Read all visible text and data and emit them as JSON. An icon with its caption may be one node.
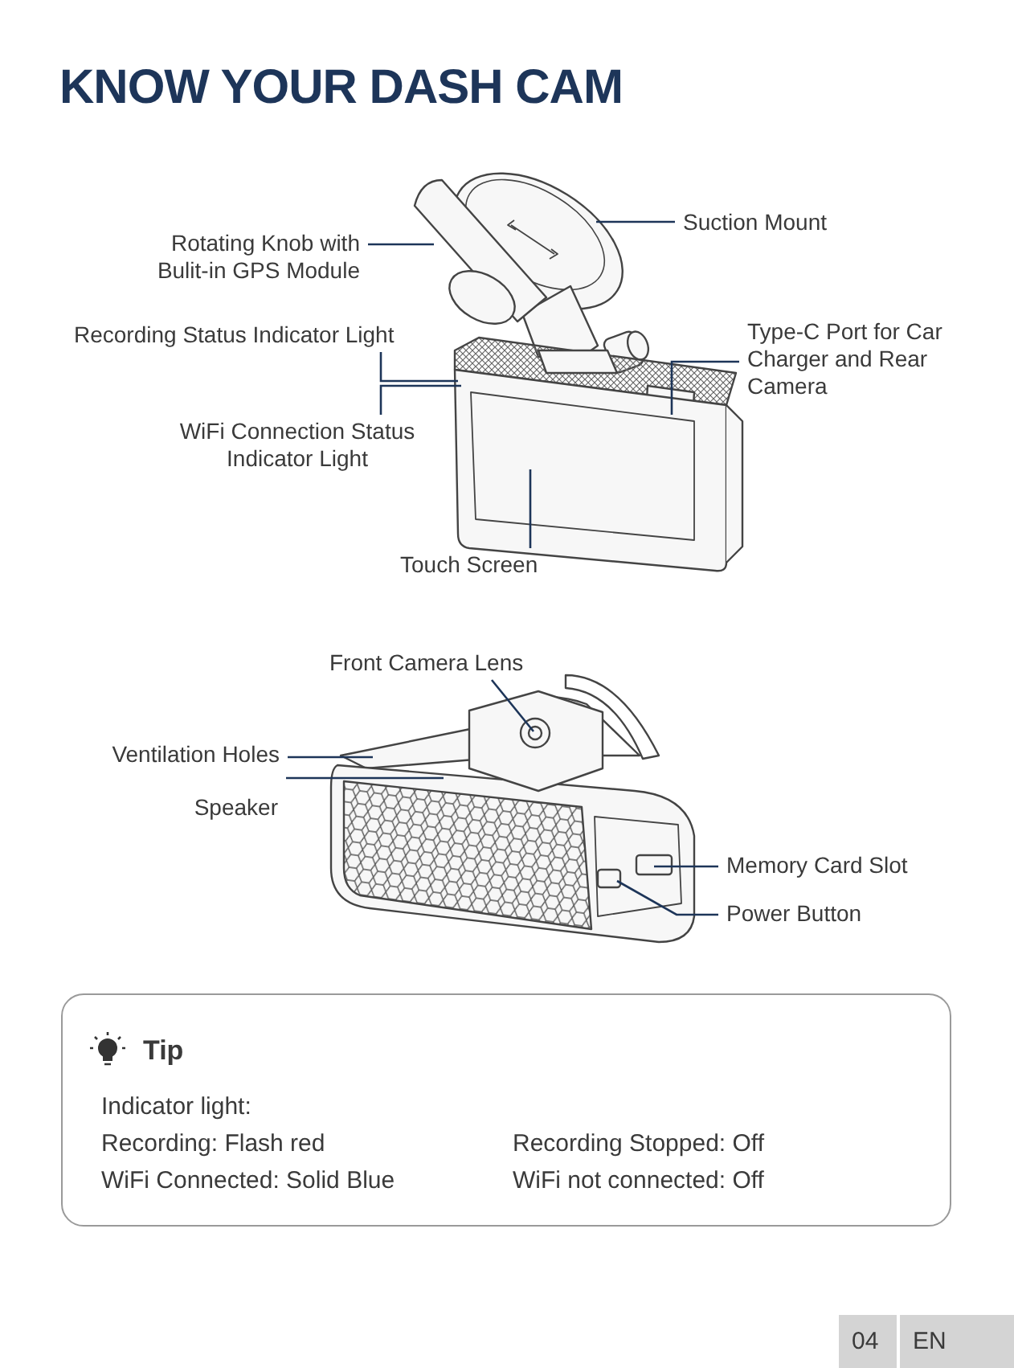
{
  "diagram": {
    "title": "KNOW YOUR DASH CAM",
    "nodes": [
      {
        "text": [
          "Rotating Knob with Bulit-in GPS Module"
        ]
      },
      {
        "text": [
          "Suction Mount"
        ]
      },
      {
        "text": [
          "Recording Status Indicator Light"
        ]
      },
      {
        "text": [
          "Type-C Port for Car Charger and Rear Camera"
        ]
      },
      {
        "text": [
          "WiFi Connection Status Indicator Light"
        ]
      },
      {
        "text": [
          "Touch Screen"
        ]
      },
      {
        "text": [
          "Front Camera Lens"
        ]
      },
      {
        "text": [
          "Ventilation Holes"
        ]
      },
      {
        "text": [
          "Speaker"
        ]
      },
      {
        "text": [
          "Memory Card Slot"
        ]
      },
      {
        "text": [
          "Power Button"
        ]
      },
      {
        "text": [
          "Tip",
          "Indicator light:",
          "Recording: Flash red",
          "Recording Stopped: Off",
          "WiFi Connected: Solid Blue",
          "WiFi not connected: Off"
        ]
      },
      {
        "text": [
          "04"
        ]
      },
      {
        "text": [
          "EN"
        ]
      }
    ],
    "edges": [
      {
        "from": 0,
        "to": null,
        "arrow": "none"
      },
      {
        "from": 1,
        "to": null,
        "arrow": "none"
      },
      {
        "from": 2,
        "to": null,
        "arrow": "none"
      },
      {
        "from": 3,
        "to": null,
        "arrow": "none"
      },
      {
        "from": 4,
        "to": null,
        "arrow": "none"
      },
      {
        "from": 5,
        "to": null,
        "arrow": "none"
      },
      {
        "from": 6,
        "to": null,
        "arrow": "none"
      },
      {
        "from": 7,
        "to": null,
        "arrow": "none"
      },
      {
        "from": 8,
        "to": null,
        "arrow": "none"
      },
      {
        "from": 9,
        "to": null,
        "arrow": "none"
      },
      {
        "from": 10,
        "to": null,
        "arrow": "none"
      }
    ]
  }
}
